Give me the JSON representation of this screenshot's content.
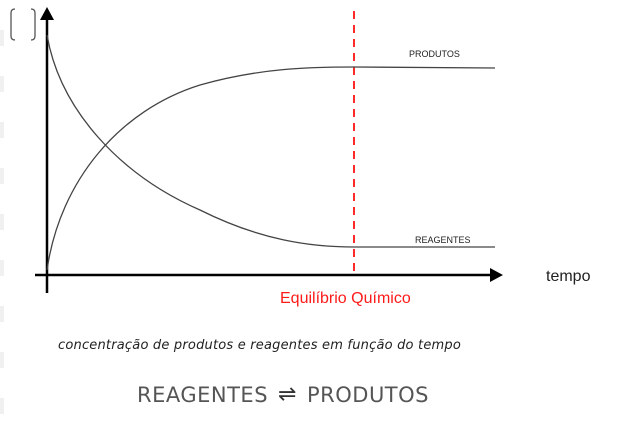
{
  "chart_data": {
    "type": "line",
    "title": "concentração de produtos e reagentes em função do tempo",
    "xlabel": "tempo",
    "ylabel": "[ ]",
    "annotation": {
      "label": "Equilíbrio Químico",
      "x_position": 0.7,
      "color": "#ff1a1a",
      "style": "dashed vertical line"
    },
    "x": [
      0,
      0.1,
      0.2,
      0.3,
      0.4,
      0.5,
      0.6,
      0.7,
      0.8,
      0.9,
      1.0
    ],
    "series": [
      {
        "name": "PRODUTOS",
        "values": [
          0.02,
          0.48,
          0.68,
          0.8,
          0.87,
          0.91,
          0.93,
          0.94,
          0.94,
          0.94,
          0.94
        ]
      },
      {
        "name": "REAGENTES",
        "values": [
          0.98,
          0.62,
          0.42,
          0.29,
          0.2,
          0.14,
          0.1,
          0.08,
          0.08,
          0.08,
          0.08
        ]
      }
    ],
    "grid": false,
    "legend": "inline labels at right end of curves"
  },
  "axis": {
    "y_label": "[ ]",
    "x_label": "tempo"
  },
  "labels": {
    "products": "PRODUTOS",
    "reagents": "REAGENTES",
    "equilibrium": "Equilíbrio Químico"
  },
  "caption": "concentração de produtos e reagentes em função do tempo",
  "equation": {
    "left": "REAGENTES",
    "arrow": "⇌",
    "right": "PRODUTOS"
  },
  "colors": {
    "axis": "#000000",
    "curve": "#444444",
    "equilibrium": "#ff1a1a",
    "equation_text": "#555555"
  }
}
